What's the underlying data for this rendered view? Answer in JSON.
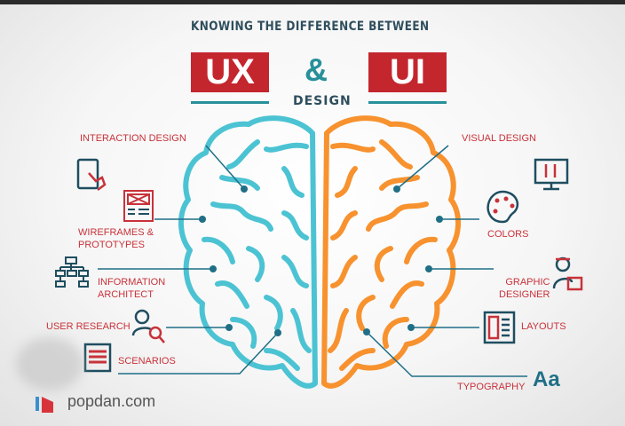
{
  "header": {
    "title": "KNOWING THE DIFFERENCE BETWEEN",
    "ux": "UX",
    "ampersand": "&",
    "ui": "UI",
    "subtitle": "DESIGN"
  },
  "ux_items": [
    {
      "label": "INTERACTION DESIGN",
      "icon": "tablet-touch-icon"
    },
    {
      "label_line1": "WIREFRAMES &",
      "label_line2": "PROTOTYPES",
      "icon": "wireframe-icon"
    },
    {
      "label_line1": "INFORMATION",
      "label_line2": "ARCHITECT",
      "icon": "sitemap-icon"
    },
    {
      "label": "USER RESEARCH",
      "icon": "user-search-icon"
    },
    {
      "label": "SCENARIOS",
      "icon": "scroll-icon"
    }
  ],
  "ui_items": [
    {
      "label": "VISUAL DESIGN",
      "icon": "monitor-icon"
    },
    {
      "label": "COLORS",
      "icon": "palette-icon"
    },
    {
      "label_line1": "GRAPHIC",
      "label_line2": "DESIGNER",
      "icon": "designer-icon"
    },
    {
      "label": "LAYOUTS",
      "icon": "layout-icon"
    },
    {
      "label": "TYPOGRAPHY",
      "icon_text": "Aa"
    }
  ],
  "watermark": "popdan.com",
  "colors": {
    "red": "#c4262e",
    "teal": "#27909a",
    "ux_brain": "#4cc3d3",
    "ui_brain": "#f7922f",
    "navy": "#2e4e5c"
  }
}
